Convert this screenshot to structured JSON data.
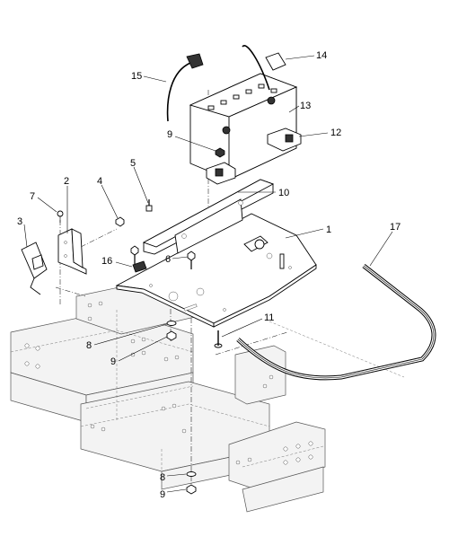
{
  "callouts": [
    {
      "id": "c1",
      "label": "1"
    },
    {
      "id": "c2",
      "label": "2"
    },
    {
      "id": "c3",
      "label": "3"
    },
    {
      "id": "c4",
      "label": "4"
    },
    {
      "id": "c5",
      "label": "5"
    },
    {
      "id": "c6",
      "label": "6"
    },
    {
      "id": "c7",
      "label": "7"
    },
    {
      "id": "c8a",
      "label": "8"
    },
    {
      "id": "c8b",
      "label": "8"
    },
    {
      "id": "c9a",
      "label": "9"
    },
    {
      "id": "c9b",
      "label": "9"
    },
    {
      "id": "c9c",
      "label": "9"
    },
    {
      "id": "c10",
      "label": "10"
    },
    {
      "id": "c11",
      "label": "11"
    },
    {
      "id": "c12",
      "label": "12"
    },
    {
      "id": "c13",
      "label": "13"
    },
    {
      "id": "c14",
      "label": "14"
    },
    {
      "id": "c15",
      "label": "15"
    },
    {
      "id": "c16",
      "label": "16"
    },
    {
      "id": "c17",
      "label": "17"
    }
  ],
  "parts": {
    "mounting_plate": "1",
    "bracket": "2",
    "latch": "3",
    "nut_small": "4",
    "bolt_small": "5",
    "bolt": "6",
    "push_pin": "7",
    "washer": "8",
    "nut": "9",
    "hold_down_bar": "10",
    "carriage_bolt": "11",
    "battery_clamp": "12",
    "battery": "13",
    "positive_cable": "14",
    "negative_cable": "15",
    "clip": "16",
    "edge_trim_seal": "17"
  }
}
